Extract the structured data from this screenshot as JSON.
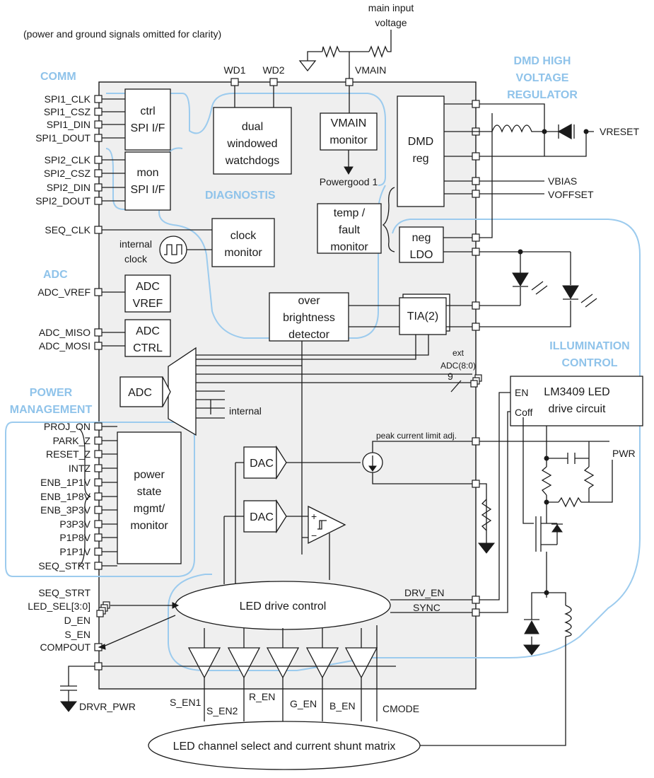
{
  "note": "(power and ground signals omitted for clarity)",
  "main_input": "main input\nvoltage",
  "sections": {
    "comm": "COMM",
    "adc": "ADC",
    "power": "POWER\nMANAGEMENT",
    "dmd": "DMD HIGH\nVOLTAGE\nREGULATOR",
    "diag": "DIAGNOSTIS",
    "illum": "ILLUMINATION\nCONTROL"
  },
  "top_pins": {
    "wd1": "WD1",
    "wd2": "WD2",
    "vmain": "VMAIN"
  },
  "left_pins": {
    "spi1": [
      "SPI1_CLK",
      "SPI1_CSZ",
      "SPI1_DIN",
      "SPI1_DOUT"
    ],
    "spi2": [
      "SPI2_CLK",
      "SPI2_CSZ",
      "SPI2_DIN",
      "SPI2_DOUT"
    ],
    "seq_clk": "SEQ_CLK",
    "adc_vref": "ADC_VREF",
    "adc_io": [
      "ADC_MISO",
      "ADC_MOSI"
    ],
    "power": [
      "PROJ_ON",
      "PARK_Z",
      "RESET_Z",
      "INTZ",
      "ENB_1P1V",
      "ENB_1P8V",
      "ENB_3P3V",
      "P3P3V",
      "P1P8V",
      "P1P1V",
      "SEQ_STRT"
    ],
    "led": [
      "SEQ_STRT",
      "LED_SEL[3:0]",
      "D_EN",
      "S_EN",
      "COMPOUT"
    ]
  },
  "blocks": {
    "ctrl_spi": "ctrl\nSPI I/F",
    "mon_spi": "mon\nSPI I/F",
    "watchdog": "dual\nwindowed\nwatchdogs",
    "vmain_mon": "VMAIN\nmonitor",
    "powergood": "Powergood 1",
    "dmd_reg": "DMD\nreg",
    "temp": "temp /\nfault\nmonitor",
    "neg_ldo": "neg\nLDO",
    "clock_mon": "clock\nmonitor",
    "internal_clock": "internal\nclock",
    "adc_vref": "ADC\nVREF",
    "adc_ctrl": "ADC\nCTRL",
    "over_bright": "over\nbrightness\ndetector",
    "tia": "TIA(2)",
    "adc": "ADC",
    "internal": "internal",
    "ext_adc": "ext\nADC(8:0)",
    "bus_width": "9",
    "power_state": "power\nstate\nmgmt/\nmonitor",
    "dac": "DAC",
    "peak": "peak current limit adj.",
    "led_drive": "LED drive control",
    "lm3409": "LM3409 LED\ndrive circuit",
    "en": "EN",
    "coff": "Coff",
    "pwr": "PWR",
    "drv_en": "DRV_EN",
    "sync": "SYNC",
    "shunt": "LED channel select and current shunt matrix",
    "drvr_pwr": "DRVR_PWR"
  },
  "right_labels": {
    "vreset": "VRESET",
    "vbias": "VBIAS",
    "voffset": "VOFFSET"
  },
  "bottom_labels": [
    "S_EN1",
    "S_EN2",
    "R_EN",
    "G_EN",
    "B_EN",
    "CMODE"
  ]
}
